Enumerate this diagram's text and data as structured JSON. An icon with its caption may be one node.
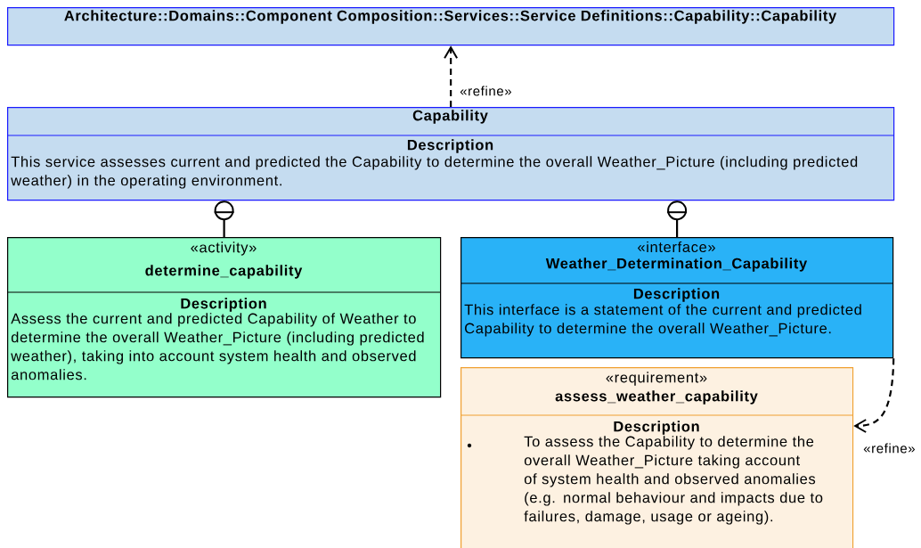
{
  "diagram": {
    "nodes": [
      {
        "text": [
          "Architecture::Domains::Component Composition::Services::Service Definitions::Capability::Capability"
        ]
      },
      {
        "text": [
          "Capability",
          "Description",
          "This service assesses current and predicted the Capability to determine the overall Weather_Picture (including predicted weather) in the operating environment."
        ]
      },
      {
        "text": [
          "«activity»",
          "determine_capability",
          "Description",
          "Assess the current and predicted Capability of Weather to determine the overall Weather_Picture (including predicted weather), taking into account system health and observed anomalies."
        ]
      },
      {
        "text": [
          "«interface»",
          "Weather_Determination_Capability",
          "Description",
          "This interface is a statement of the current and predicted Capability to determine the overall Weather_Picture."
        ]
      },
      {
        "text": [
          "«requirement»",
          "assess_weather_capability",
          "Description",
          "To assess the Capability to determine the overall Weather_Picture taking account of system health and observed anomalies (e.g. normal behaviour and impacts due to failures, damage, usage or ageing)."
        ]
      }
    ],
    "edges": [
      {
        "from": 1,
        "to": 0,
        "arrow": "to",
        "style": "dashed",
        "label": "«refine»"
      },
      {
        "from": 1,
        "to": 2,
        "arrow": "other"
      },
      {
        "from": 1,
        "to": 3,
        "arrow": "other"
      },
      {
        "from": 3,
        "to": 4,
        "arrow": "to",
        "style": "dashed",
        "label": "«refine»"
      }
    ]
  }
}
